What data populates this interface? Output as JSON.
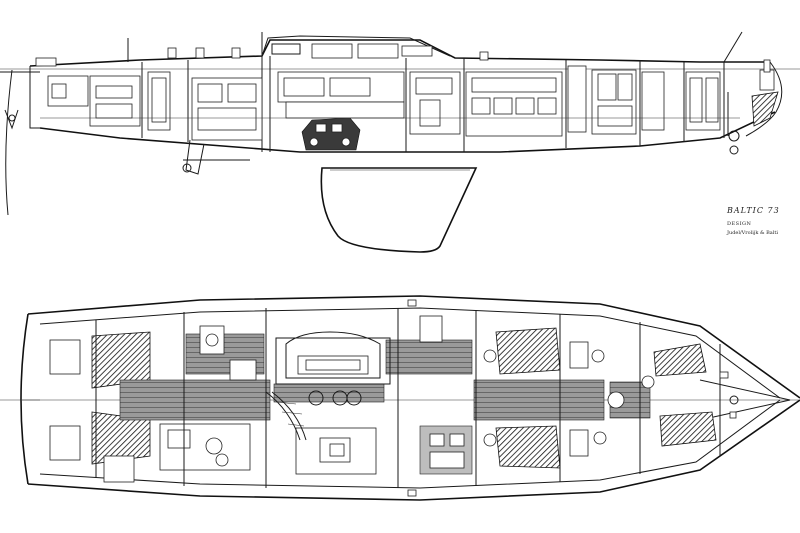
{
  "title_block": {
    "model": "BALTIC 73",
    "label": "DESIGN",
    "designer": "Judel/Vrolijk & Balti"
  },
  "colors": {
    "ink": "#1a1a1a",
    "background": "#ffffff",
    "sole_fill": "#bdbdbd"
  }
}
